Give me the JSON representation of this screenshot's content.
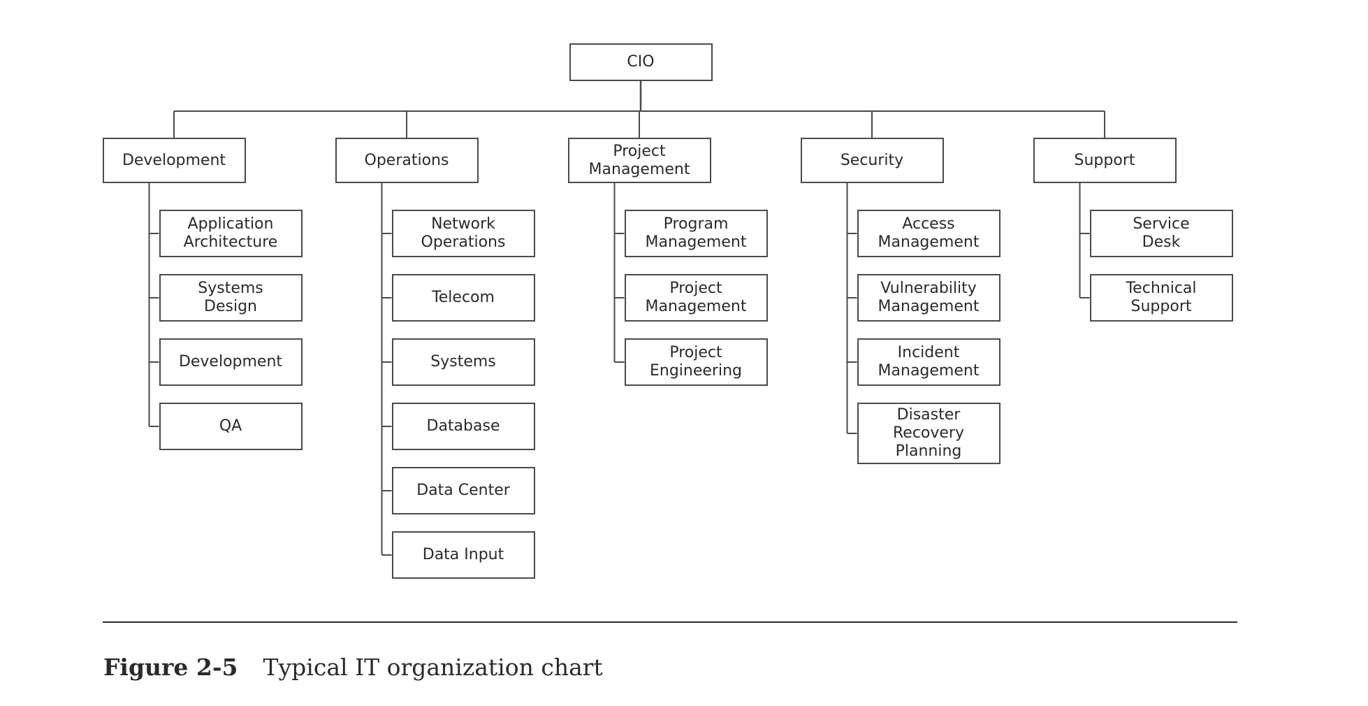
{
  "figure": {
    "number": "Figure 2-5",
    "title": "Typical IT organization chart"
  },
  "org": {
    "root": "CIO",
    "departments": [
      {
        "name": "Development",
        "children": [
          "Application\nArchitecture",
          "Systems\nDesign",
          "Development",
          "QA"
        ]
      },
      {
        "name": "Operations",
        "children": [
          "Network\nOperations",
          "Telecom",
          "Systems",
          "Database",
          "Data Center",
          "Data Input"
        ]
      },
      {
        "name": "Project\nManagement",
        "children": [
          "Program\nManagement",
          "Project\nManagement",
          "Project\nEngineering"
        ]
      },
      {
        "name": "Security",
        "children": [
          "Access\nManagement",
          "Vulnerability\nManagement",
          "Incident\nManagement",
          "Disaster\nRecovery\nPlanning"
        ]
      },
      {
        "name": "Support",
        "children": [
          "Service\nDesk",
          "Technical\nSupport"
        ]
      }
    ]
  }
}
